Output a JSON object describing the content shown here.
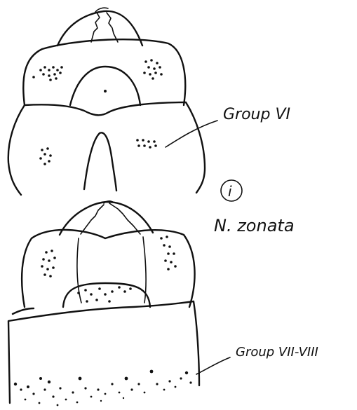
{
  "labels": {
    "upper_group": "Group VI",
    "plate_marker": "i",
    "species": "N. zonata",
    "lower_group": "Group VII-VIII"
  },
  "colors": {
    "ink": "#111111",
    "paper": "#ffffff"
  }
}
